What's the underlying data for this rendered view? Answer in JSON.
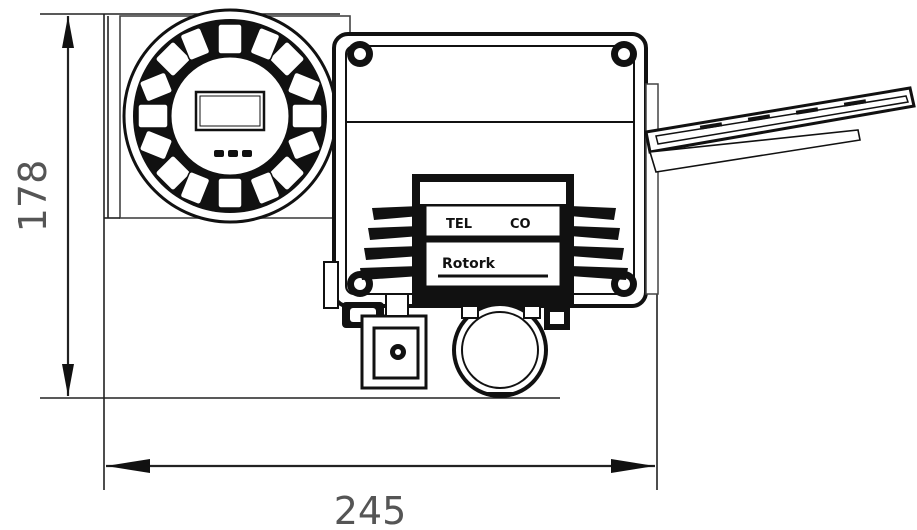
{
  "dimensions": {
    "height_label": "178",
    "width_label": "245"
  },
  "nameplate": {
    "top_text": "TEL",
    "top_text_right": "CO",
    "brand_text": "Rotork"
  }
}
